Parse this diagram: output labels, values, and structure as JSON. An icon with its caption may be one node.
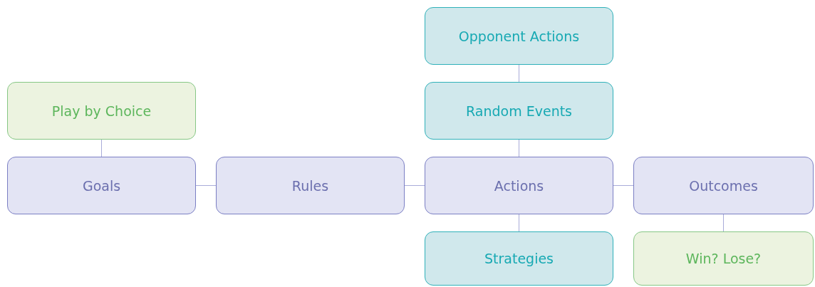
{
  "diagram": {
    "nodes": [
      {
        "text": [
          "Opponent Actions"
        ]
      },
      {
        "text": [
          "Play by Choice"
        ]
      },
      {
        "text": [
          "Random Events"
        ]
      },
      {
        "text": [
          "Goals"
        ]
      },
      {
        "text": [
          "Rules"
        ]
      },
      {
        "text": [
          "Actions"
        ]
      },
      {
        "text": [
          "Outcomes"
        ]
      },
      {
        "text": [
          "Strategies"
        ]
      },
      {
        "text": [
          "Win? Lose?"
        ]
      }
    ],
    "edges": [
      {
        "from": 0,
        "to": 2,
        "arrow": "none"
      },
      {
        "from": 1,
        "to": 3,
        "arrow": "none"
      },
      {
        "from": 2,
        "to": 5,
        "arrow": "none"
      },
      {
        "from": 3,
        "to": 4,
        "arrow": "none"
      },
      {
        "from": 4,
        "to": 5,
        "arrow": "none"
      },
      {
        "from": 5,
        "to": 6,
        "arrow": "none"
      },
      {
        "from": 5,
        "to": 7,
        "arrow": "none"
      },
      {
        "from": 6,
        "to": 8,
        "arrow": "none"
      }
    ]
  }
}
